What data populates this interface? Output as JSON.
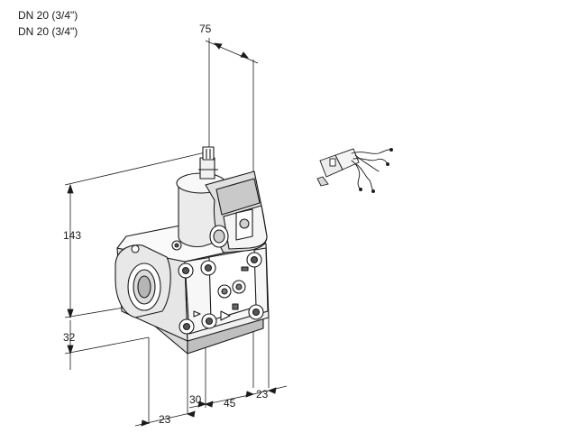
{
  "header": {
    "title_line_1": "DN 20 (3/4\")",
    "title_line_2": "DN 20 (3/4\")"
  },
  "dimensions": {
    "top_width": "75",
    "height": "143",
    "base_height": "32",
    "depth_left": "23",
    "depth_mid_1": "30",
    "depth_mid_2": "45",
    "depth_right": "23"
  },
  "icons": {
    "valve": "gas-solenoid-valve-icon",
    "connector": "cable-plug-connector-icon"
  }
}
